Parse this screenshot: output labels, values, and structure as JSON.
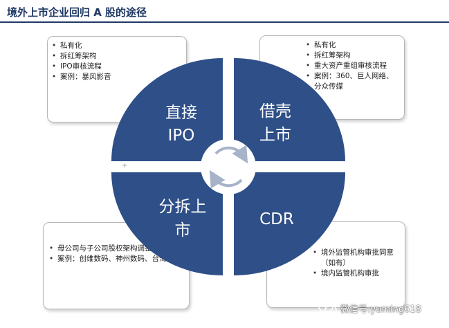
{
  "title": "境外上市企业回归 A 股的途径",
  "quadrants": {
    "tl": {
      "lines": [
        "直接",
        "IPO"
      ]
    },
    "tr": {
      "lines": [
        "借壳",
        "上市"
      ]
    },
    "bl": {
      "lines": [
        "分拆上",
        "市"
      ]
    },
    "br": {
      "lines": [
        "CDR"
      ]
    }
  },
  "boxes": {
    "tl": [
      "私有化",
      "拆红筹架构",
      "IPO审核流程",
      "案例：暴风影音"
    ],
    "tr": [
      "私有化",
      "拆红筹架构",
      "重大资产重组审核流程",
      "案例：360、巨人网络、分众传媒"
    ],
    "bl": [
      "母公司与子公司股权架构调整",
      "案例：创维数码、神州数码、台湾亚翔"
    ],
    "br": [
      "境外监管机构审批同意（如有）",
      "境内监管机构审批"
    ]
  },
  "colors": {
    "quadrant_fill": "#2e4f87",
    "title": "#1f3864",
    "ring": "#a6b3c9"
  },
  "plus_mark": "+",
  "watermark": {
    "icon": "wechat-icon",
    "text": "微信号:yuming618"
  }
}
